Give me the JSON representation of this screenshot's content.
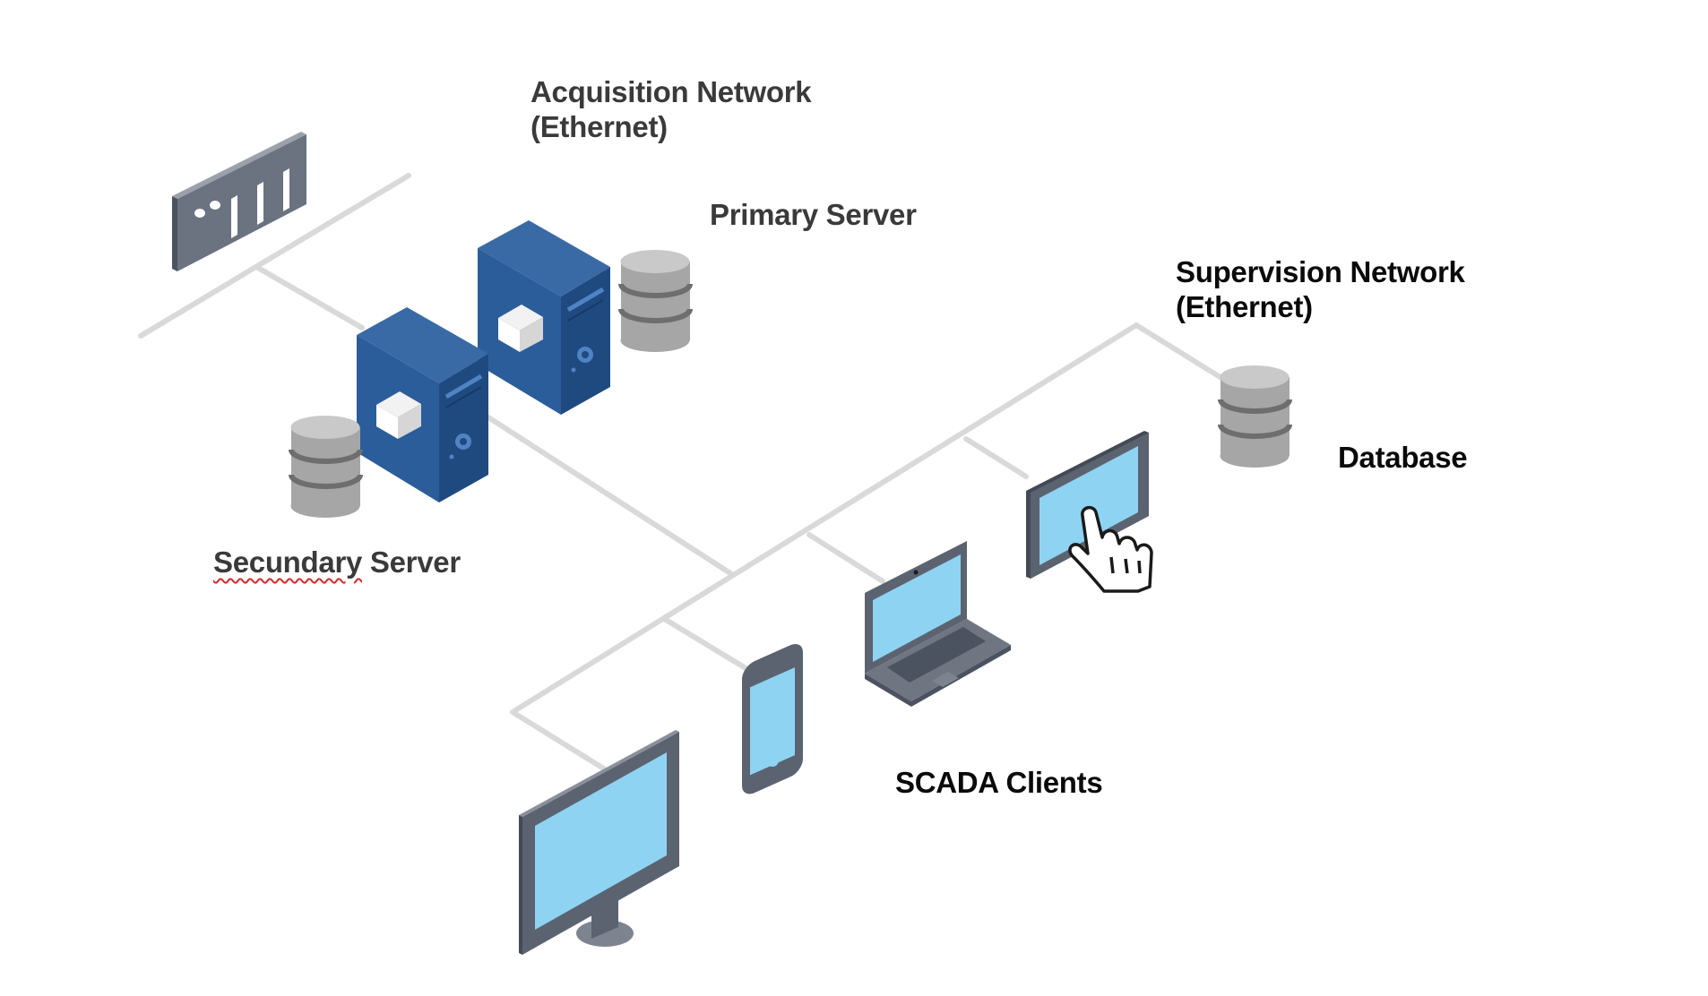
{
  "labels": {
    "acquisition_network": {
      "line1": "Acquisition Network",
      "line2": "(Ethernet)"
    },
    "primary_server": "Primary Server",
    "secondary_server": {
      "word1": "Secundary",
      "word2": " Server"
    },
    "supervision_network": {
      "line1": "Supervision Network",
      "line2": "(Ethernet)"
    },
    "database": "Database",
    "scada_clients": "SCADA Clients"
  },
  "colors": {
    "network_line": "#d9d9d9",
    "server_blue": "#2b5d9a",
    "server_dark": "#1e4478",
    "database_gray": "#a6a6a6",
    "screen_blue": "#8ed3f2",
    "device_frame": "#5c6370",
    "label_dark": "#3a3a3a",
    "label_black": "#0a0a0a",
    "spellcheck_red": "#d42b2b"
  },
  "icons": [
    "plc-rack-icon",
    "server-tower-icon",
    "database-icon",
    "monitor-icon",
    "smartphone-icon",
    "laptop-icon",
    "tablet-icon",
    "hand-pointer-icon"
  ]
}
